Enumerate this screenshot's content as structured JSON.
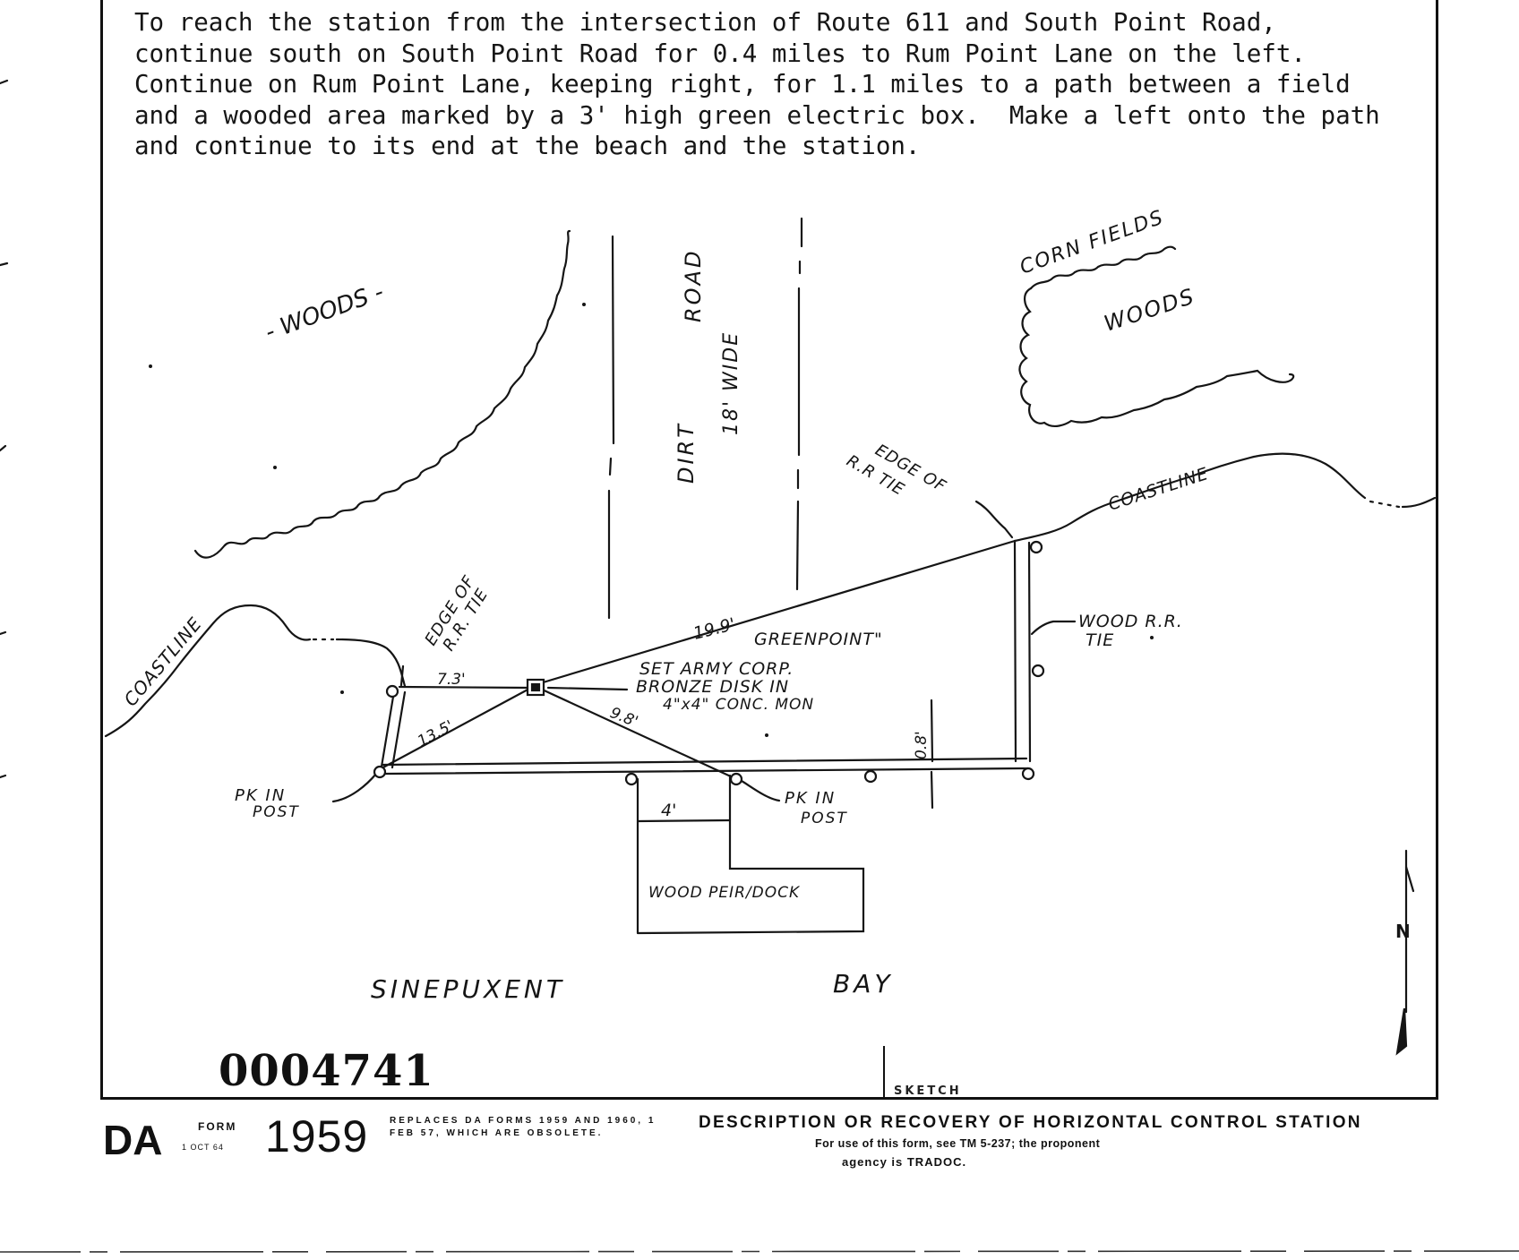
{
  "directions": "To reach the station from the intersection of Route 611 and South Point Road,\ncontinue south on South Point Road for 0.4 miles to Rum Point Lane on the left.\nContinue on Rum Point Lane, keeping right, for 1.1 miles to a path between a field\nand a wooded area marked by a 3' high green electric box.  Make a left onto the path\nand continue to its end at the beach and the station.",
  "sketch": {
    "woods_left": "- WOODS -",
    "road_1": "DIRT",
    "road_2": "ROAD",
    "road_width": "18' WIDE",
    "corn_fields": "CORN FIELDS",
    "woods_right": "WOODS",
    "coastline_left": "COASTLINE",
    "coastline_right": "COASTLINE",
    "edge_rr_tie_left_1": "EDGE OF",
    "edge_rr_tie_left_2": "R.R. TIE",
    "edge_rr_tie_right_1": "EDGE OF",
    "edge_rr_tie_right_2": "R.R TIE",
    "dist_19_9": "19.9'",
    "station_name": "GREENPOINT\"",
    "wood_rr_tie_1": "WOOD R.R.",
    "wood_rr_tie_2": "TIE",
    "set_1": "SET ARMY CORP.",
    "set_2": "BRONZE DISK IN",
    "set_3": "4\"x4\" CONC. MON",
    "dist_7_3": "7.3'",
    "dist_13_5": "13.5'",
    "dist_9_8": "9.8'",
    "dist_0_8": "0.8'",
    "pk_left_1": "PK IN",
    "pk_left_2": "POST",
    "pk_right_1": "PK IN",
    "pk_right_2": "POST",
    "dist_4": "4'",
    "pier": "WOOD PEIR/DOCK",
    "bay_1": "SINEPUXENT",
    "bay_2": "BAY",
    "north": "N"
  },
  "serial": "0004741",
  "sketch_label": "SKETCH",
  "footer": {
    "da": "DA",
    "form": "FORM",
    "date": "1 OCT 64",
    "number": "1959",
    "replaces": "REPLACES DA FORMS 1959 AND 1960, 1 FEB 57, WHICH ARE OBSOLETE.",
    "title": "DESCRIPTION OR RECOVERY OF HORIZONTAL CONTROL STATION",
    "note_1": "For use of this form, see TM 5-237; the proponent",
    "note_2": "agency is TRADOC."
  }
}
